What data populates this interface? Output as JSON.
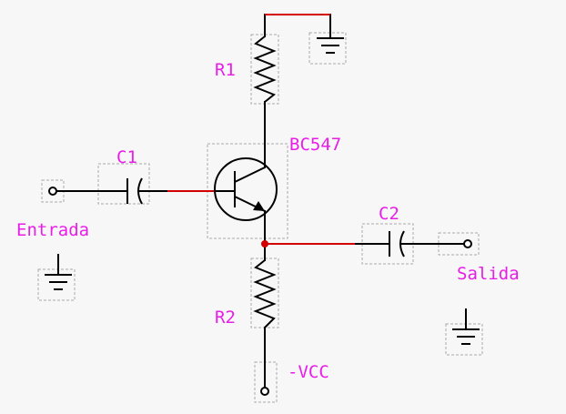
{
  "schematic": {
    "components": {
      "r1": "R1",
      "r2": "R2",
      "c1": "C1",
      "c2": "C2",
      "transistor": "BC547"
    },
    "ports": {
      "input": "Entrada",
      "output": "Salida",
      "supply": "-VCC"
    },
    "colors": {
      "wire": "#000000",
      "wire_selected": "#d20000",
      "label": "#e81ee8",
      "selection_box": "#a8a8a8",
      "background": "#f7f7f7"
    }
  }
}
